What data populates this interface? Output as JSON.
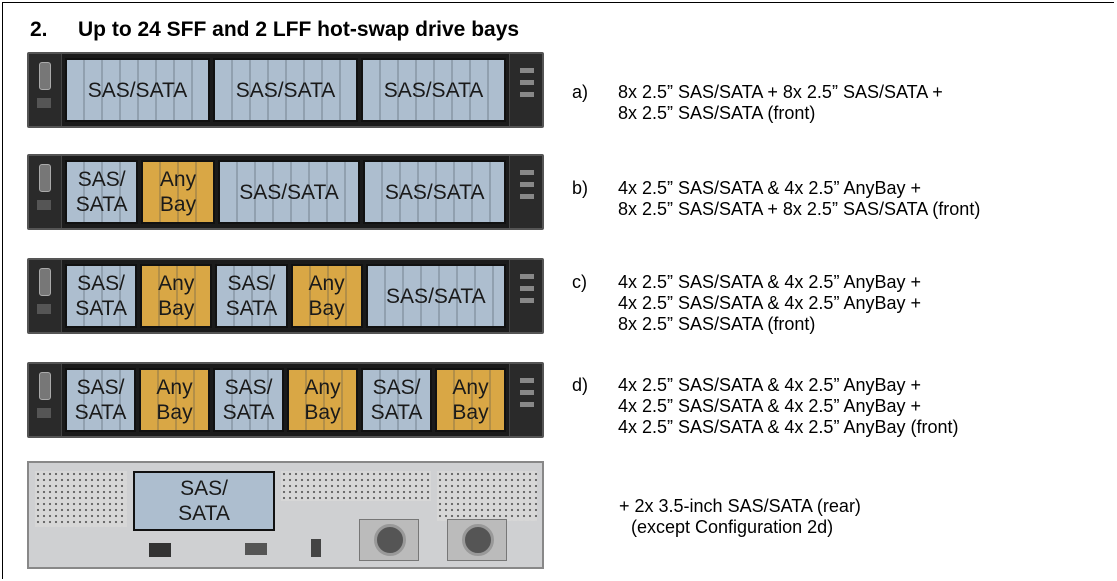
{
  "heading": {
    "number": "2.",
    "title": "Up to 24 SFF and 2 LFF hot-swap drive bays"
  },
  "colors": {
    "sas_sata_bay": "#adbecf",
    "anybay": "#d9a745",
    "chassis": "#1b1b1b"
  },
  "configurations": [
    {
      "letter": "a)",
      "lines": [
        "8x 2.5” SAS/SATA + 8x 2.5” SAS/SATA +",
        "8x 2.5” SAS/SATA (front)"
      ],
      "bays": [
        {
          "type": "sas",
          "label": "SAS/SATA"
        },
        {
          "type": "sas",
          "label": "SAS/SATA"
        },
        {
          "type": "sas",
          "label": "SAS/SATA"
        }
      ]
    },
    {
      "letter": "b)",
      "lines": [
        "4x 2.5” SAS/SATA & 4x 2.5” AnyBay +",
        "8x 2.5” SAS/SATA + 8x 2.5” SAS/SATA (front)"
      ],
      "bays": [
        {
          "type": "sas",
          "label1": "SAS/",
          "label2": "SATA"
        },
        {
          "type": "any",
          "label1": "Any",
          "label2": "Bay"
        },
        {
          "type": "sas",
          "label": "SAS/SATA"
        },
        {
          "type": "sas",
          "label": "SAS/SATA"
        }
      ]
    },
    {
      "letter": "c)",
      "lines": [
        "4x 2.5” SAS/SATA & 4x 2.5” AnyBay +",
        "4x 2.5” SAS/SATA & 4x 2.5” AnyBay +",
        "8x 2.5” SAS/SATA (front)"
      ],
      "bays": [
        {
          "type": "sas",
          "label1": "SAS/",
          "label2": "SATA"
        },
        {
          "type": "any",
          "label1": "Any",
          "label2": "Bay"
        },
        {
          "type": "sas",
          "label1": "SAS/",
          "label2": "SATA"
        },
        {
          "type": "any",
          "label1": "Any",
          "label2": "Bay"
        },
        {
          "type": "sas",
          "label": "SAS/SATA"
        }
      ]
    },
    {
      "letter": "d)",
      "lines": [
        "4x 2.5” SAS/SATA & 4x 2.5” AnyBay +",
        "4x 2.5” SAS/SATA & 4x 2.5” AnyBay +",
        "4x 2.5” SAS/SATA & 4x 2.5” AnyBay (front)"
      ],
      "bays": [
        {
          "type": "sas",
          "label1": "SAS/",
          "label2": "SATA"
        },
        {
          "type": "any",
          "label1": "Any",
          "label2": "Bay"
        },
        {
          "type": "sas",
          "label1": "SAS/",
          "label2": "SATA"
        },
        {
          "type": "any",
          "label1": "Any",
          "label2": "Bay"
        },
        {
          "type": "sas",
          "label1": "SAS/",
          "label2": "SATA"
        },
        {
          "type": "any",
          "label1": "Any",
          "label2": "Bay"
        }
      ]
    }
  ],
  "rear": {
    "drive_label1": "SAS/",
    "drive_label2": "SATA",
    "lines": [
      "+ 2x 3.5-inch SAS/SATA (rear)",
      "(except Configuration 2d)"
    ]
  }
}
